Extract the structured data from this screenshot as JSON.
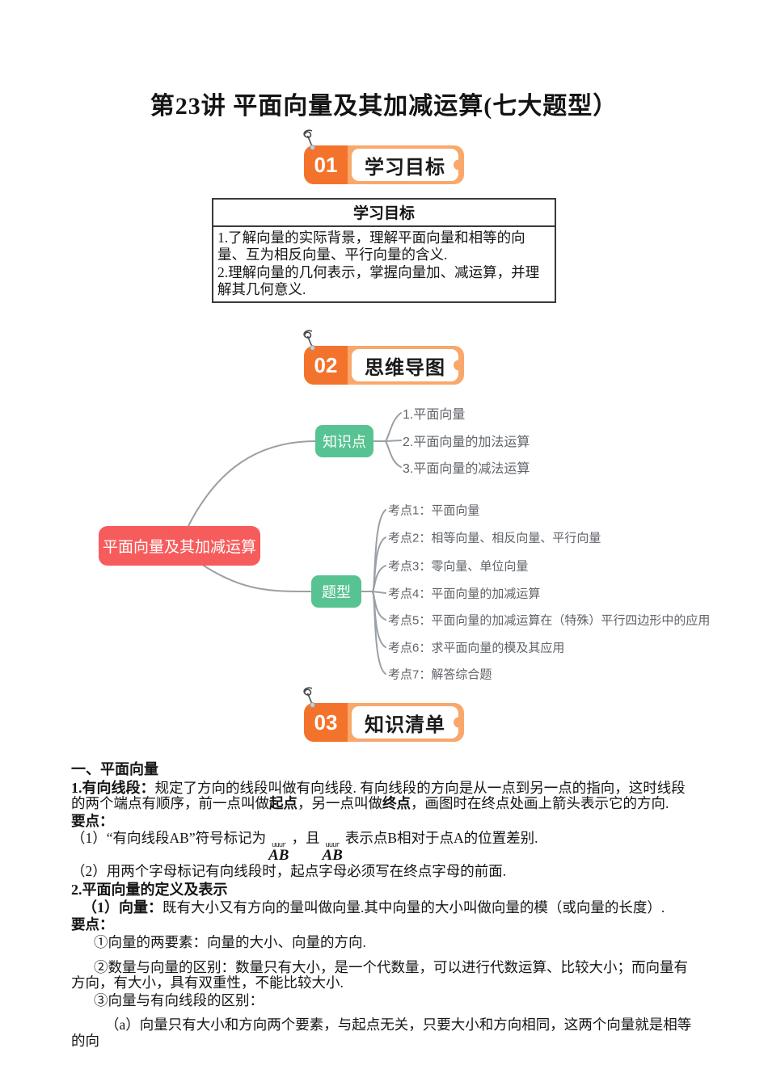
{
  "page": {
    "title": "第23讲 平面向量及其加减运算(七大题型）"
  },
  "badges": [
    {
      "num": "01",
      "label": "学习目标"
    },
    {
      "num": "02",
      "label": "思维导图"
    },
    {
      "num": "03",
      "label": "知识清单"
    }
  ],
  "goals_table": {
    "header": "学习目标",
    "items": [
      "1.了解向量的实际背景，理解平面向量和相等的向量、互为相反向量、平行向量的含义.",
      "2.理解向量的几何表示，掌握向量加、减运算，并理解其几何意义."
    ]
  },
  "mindmap": {
    "root": "平面向量及其加减运算",
    "knowledge": {
      "label": "知识点",
      "items": [
        "1.平面向量",
        "2.平面向量的加法运算",
        "3.平面向量的减法运算"
      ]
    },
    "types": {
      "label": "题型",
      "items": [
        "考点1：平面向量",
        "考点2：相等向量、相反向量、平行向量",
        "考点3：零向量、单位向量",
        "考点4：平面向量的加减运算",
        "考点5：平面向量的加减运算在（特殊）平行四边形中的应用",
        "考点6：求平面向量的模及其应用",
        "考点7：解答综合题"
      ]
    },
    "colors": {
      "root_node": "#F75C5C",
      "branch_node": "#58C392",
      "line": "#9AA0A6",
      "item_text": "#5F6368"
    }
  },
  "accent": {
    "badge_orange": "#F4732C",
    "badge_orange_light": "#F9A76B"
  },
  "content": {
    "sec1": "一、平面向量",
    "p1_lead": "1.有向线段：",
    "p1_a": "规定了方向的线段叫做有向线段. 有向线段的方向是从一点到另一点的指向，这时线段的两个端点有顺序，前一点叫做",
    "p1_b1": "起点",
    "p1_mid": "，另一点叫做",
    "p1_b2": "终点",
    "p1_tail": "，画图时在终点处画上箭头表示它的方向.",
    "keypoints1": "要点：",
    "i1_pre": "（1）“有向线段AB”符号标记为",
    "vec_arrow": "uuur",
    "vec_ab": "AB",
    "i1_mid": "，且",
    "i1_tail": "表示点B相对于点A的位置差别.",
    "i2": "（2）用两个字母标记有向线段时，起点字母必须写在终点字母的前面.",
    "sec2": "2.平面向量的定义及表示",
    "p2_lead": "（1）向量：",
    "p2_body": "既有大小又有方向的量叫做向量.其中向量的大小叫做向量的模（或向量的长度）.",
    "keypoints2": "要点：",
    "c1": "①向量的两要素：向量的大小、向量的方向.",
    "c2": "②数量与向量的区别：数量只有大小，是一个代数量，可以进行代数运算、比较大小；而向量有方向，有大小，具有双重性，不能比较大小.",
    "c3": "③向量与有向线段的区别：",
    "c4": "（a）向量只有大小和方向两个要素，与起点无关，只要大小和方向相同，这两个向量就是相等的向"
  }
}
